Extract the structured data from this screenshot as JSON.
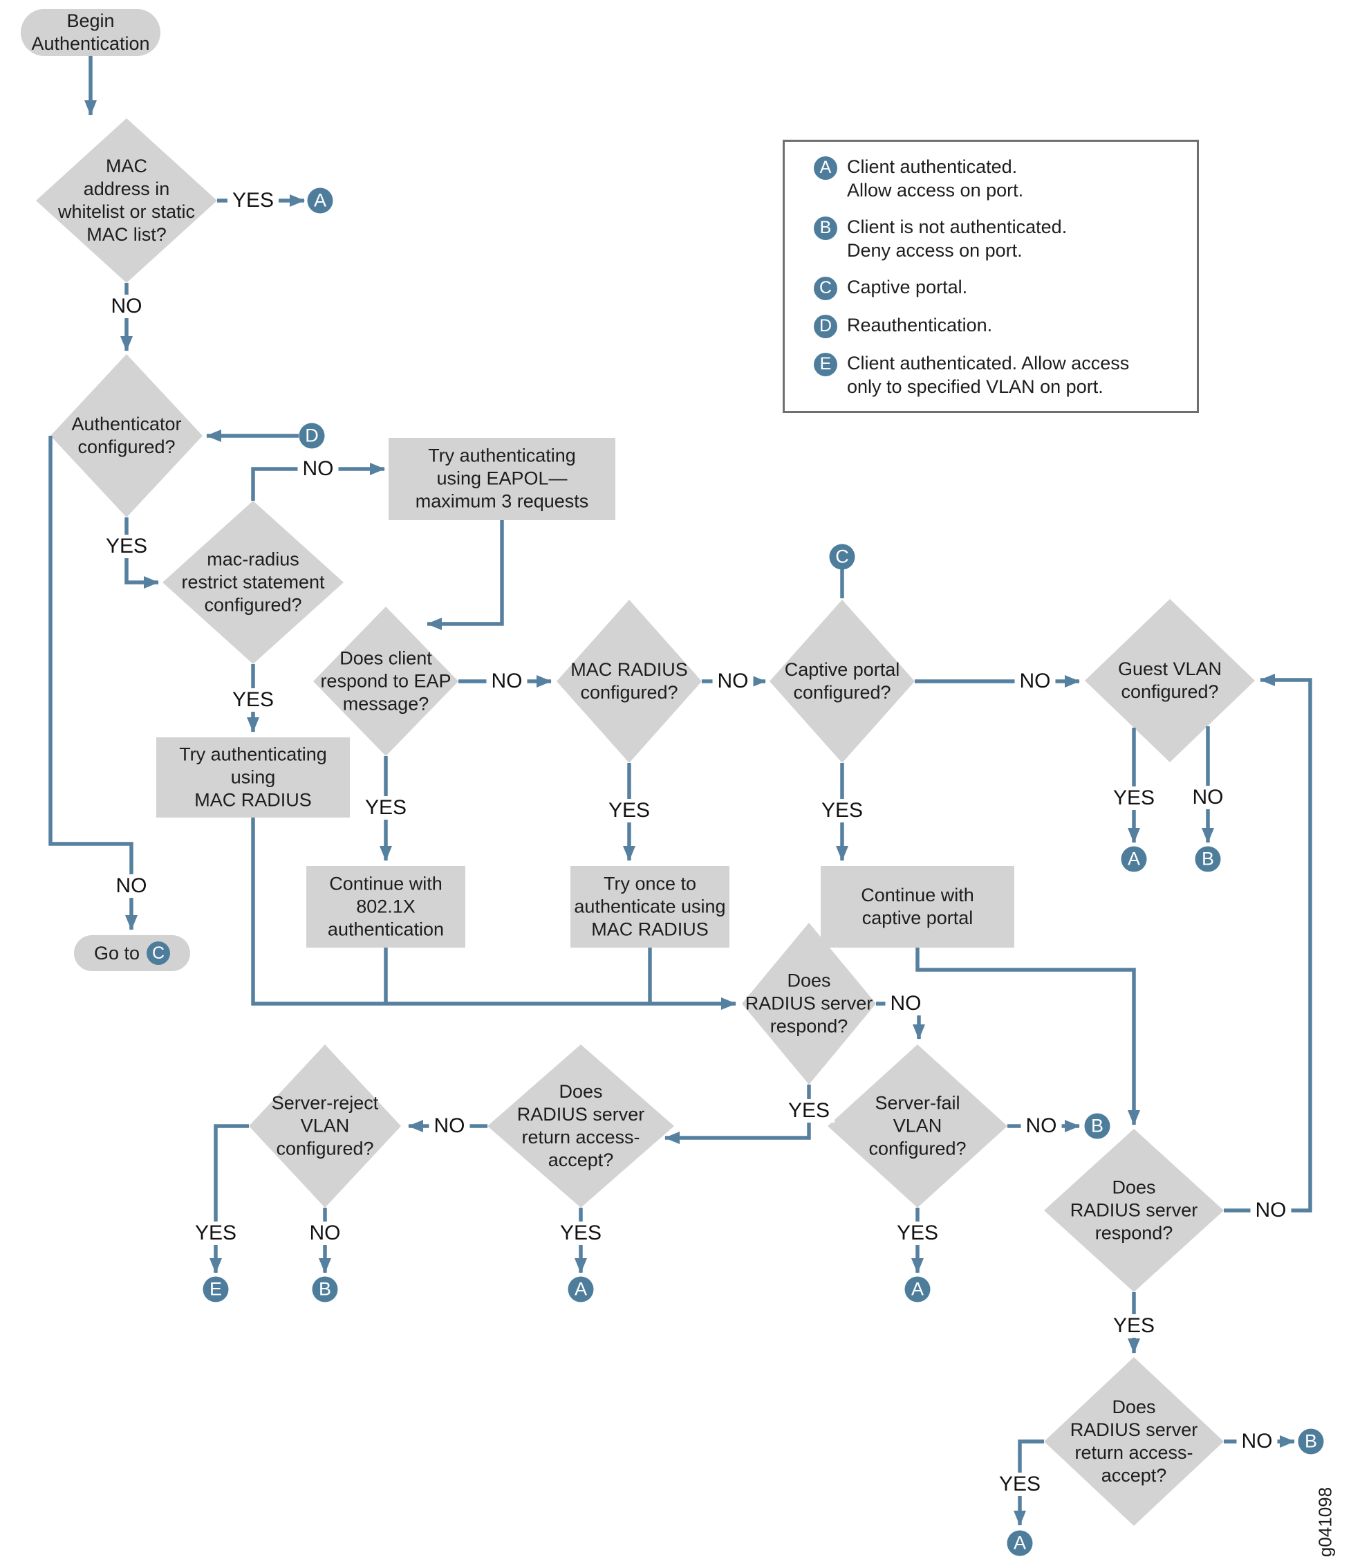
{
  "nodes": {
    "begin": "Begin\nAuthentication",
    "mac_list": "MAC\naddress in\nwhitelist or static\nMAC list?",
    "auth_configured": "Authenticator\nconfigured?",
    "mac_radius_restrict": "mac-radius\nrestrict statement\nconfigured?",
    "try_eapol": "Try authenticating\nusing EAPOL—\nmaximum 3 requests",
    "client_respond_eap": "Does client\nrespond to EAP\nmessage?",
    "mac_radius_configured": "MAC RADIUS\nconfigured?",
    "captive_portal_configured": "Captive portal\nconfigured?",
    "guest_vlan_configured": "Guest VLAN\nconfigured?",
    "try_mac_radius": "Try authenticating\nusing\nMAC RADIUS",
    "continue_8021x": "Continue with\n802.1X\nauthentication",
    "try_once_mac_radius": "Try once to\nauthenticate using\nMAC RADIUS",
    "continue_captive": "Continue with\ncaptive portal",
    "goto_c": "Go to",
    "radius_respond_center": "Does\nRADIUS server\nrespond?",
    "server_reject_vlan": "Server-reject\nVLAN\nconfigured?",
    "radius_access_accept_left": "Does\nRADIUS server\nreturn access-\naccept?",
    "server_fail_vlan": "Server-fail\nVLAN\nconfigured?",
    "radius_respond_right": "Does\nRADIUS server\nrespond?",
    "radius_access_accept_bottom": "Does\nRADIUS server\nreturn access-\naccept?"
  },
  "letters": {
    "a": "A",
    "b": "B",
    "c": "C",
    "d": "D",
    "e": "E"
  },
  "edge_labels": {
    "mac_list_yes": "YES",
    "mac_list_no": "NO",
    "auth_yes": "YES",
    "auth_no": "NO",
    "restrict_no": "NO",
    "restrict_yes": "YES",
    "client_no": "NO",
    "client_yes": "YES",
    "macradius_no": "NO",
    "macradius_yes": "YES",
    "captive_no": "NO",
    "captive_yes": "YES",
    "guest_yes": "YES",
    "guest_no": "NO",
    "respond_center_no": "NO",
    "respond_center_yes": "YES",
    "accept_left_no": "NO",
    "accept_left_yes": "YES",
    "reject_yes": "YES",
    "reject_no": "NO",
    "fail_no": "NO",
    "fail_yes": "YES",
    "respond_right_no": "NO",
    "respond_right_yes": "YES",
    "accept_bottom_yes": "YES",
    "accept_bottom_no": "NO"
  },
  "legend": {
    "items": [
      {
        "key": "A",
        "text": "Client authenticated.\nAllow access on port."
      },
      {
        "key": "B",
        "text": "Client is not authenticated.\nDeny access on port."
      },
      {
        "key": "C",
        "text": "Captive portal."
      },
      {
        "key": "D",
        "text": "Reauthentication."
      },
      {
        "key": "E",
        "text": "Client authenticated. Allow access\nonly to specified VLAN on port."
      }
    ]
  },
  "watermark": "g041098",
  "colors": {
    "node_fill": "#d3d3d3",
    "line": "#56809f",
    "endpoint_circle": "#4e7d9c",
    "legend_border": "#6f6f6f",
    "text": "#1d1d1d"
  }
}
